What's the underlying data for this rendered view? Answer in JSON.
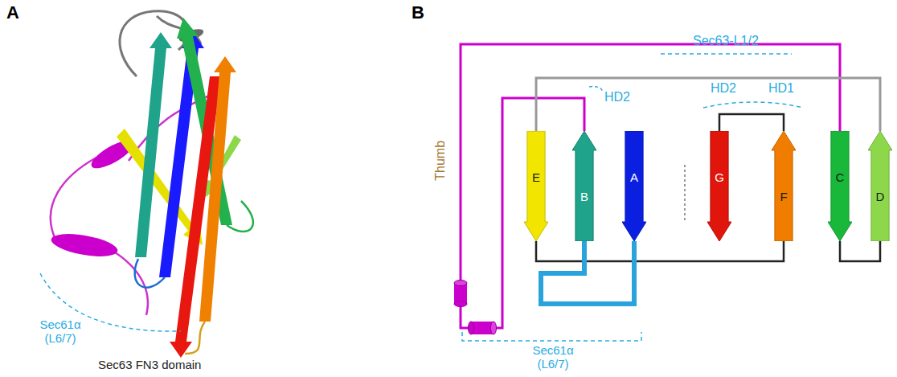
{
  "diagram": {
    "nodes": [
      {
        "text": [
          "E"
        ]
      },
      {
        "text": [
          "B"
        ]
      },
      {
        "text": [
          "A"
        ]
      },
      {
        "text": [
          "G"
        ]
      },
      {
        "text": [
          "F"
        ]
      },
      {
        "text": [
          "C"
        ]
      },
      {
        "text": [
          "D"
        ]
      }
    ],
    "edges": [
      {
        "from": 1,
        "to": 5,
        "arrow": "none"
      },
      {
        "from": 0,
        "to": 6,
        "arrow": "none"
      },
      {
        "from": 3,
        "to": 4,
        "arrow": "none"
      },
      {
        "from": 0,
        "to": 4,
        "arrow": "none"
      },
      {
        "from": 2,
        "to": 1,
        "arrow": "none"
      },
      {
        "from": 5,
        "to": 6,
        "arrow": "none"
      }
    ],
    "labels": [
      "A",
      "Sec61α (L6/7)",
      "Sec63 FN3 domain",
      "B",
      "Thumb",
      "Sec63-L1/2",
      "HD2",
      "HD2",
      "HD1",
      "Sec61α (L6/7)"
    ]
  }
}
